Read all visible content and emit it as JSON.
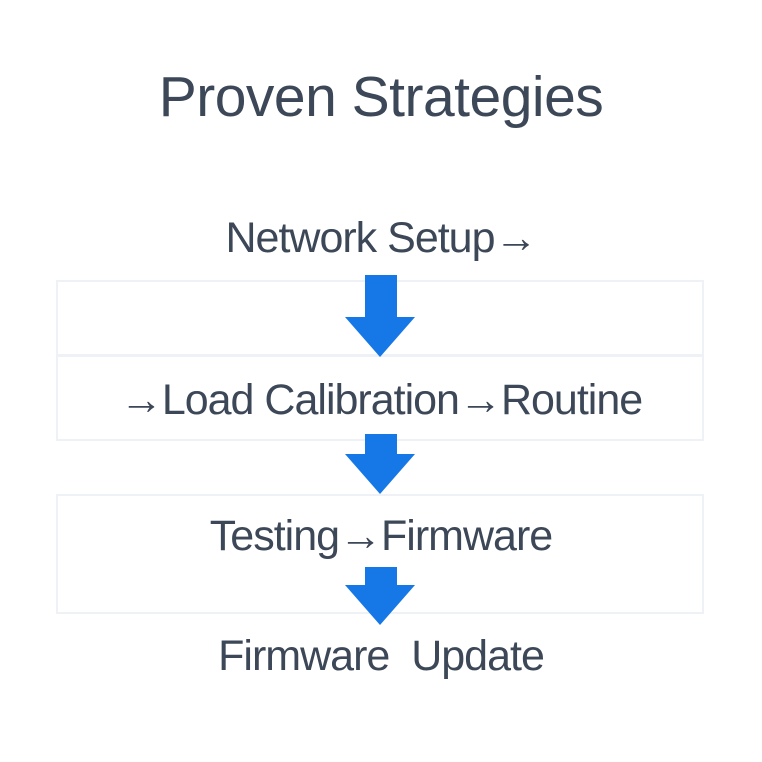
{
  "title": "Proven Strategies",
  "flow": {
    "steps": [
      {
        "label": "Network Setup→"
      },
      {
        "label": "→Load Calibration→Routine"
      },
      {
        "label": "Testing→Firmware"
      },
      {
        "label": "Firmware  Update"
      }
    ],
    "arrow_icon": "arrow-down-icon",
    "colors": {
      "arrow": "#1677e6",
      "text": "#3c4757",
      "box_border": "#eef1f5",
      "background": "#ffffff"
    }
  }
}
